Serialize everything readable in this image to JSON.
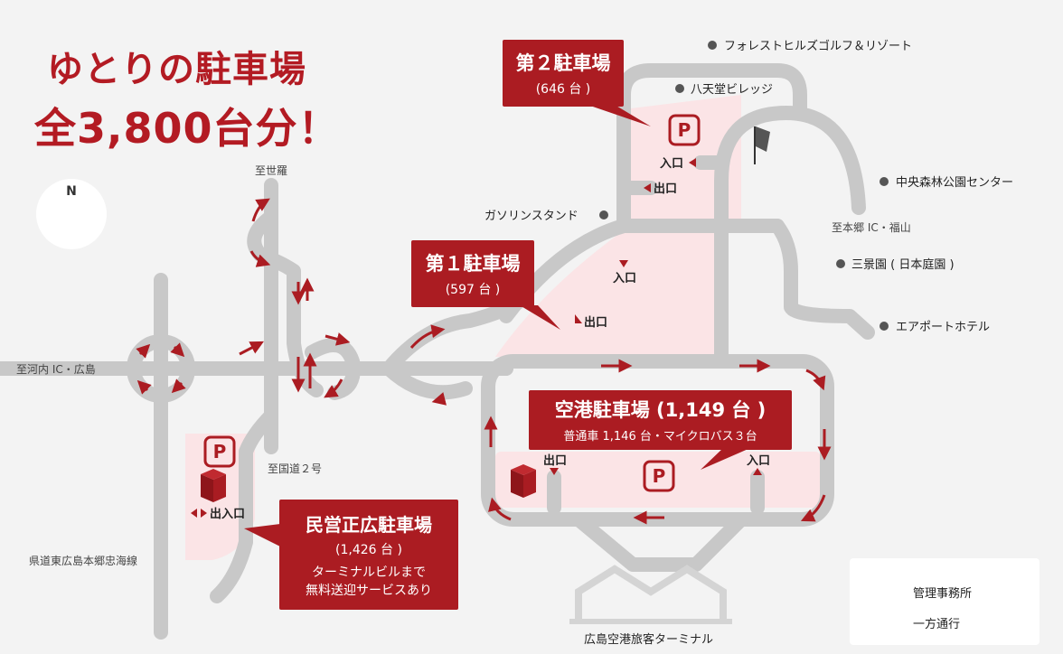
{
  "headline": {
    "line1": "ゆとりの駐車場",
    "line2": "全3,800台分！"
  },
  "compass": {
    "label": "N"
  },
  "parking": {
    "p2": {
      "name": "第２駐車場",
      "count": "(646 台 )"
    },
    "p1": {
      "name": "第１駐車場",
      "count": "(597 台 )"
    },
    "airport": {
      "name": "空港駐車場 (1,149 台 )",
      "detail": "普通車 1,146 台・マイクロバス３台"
    },
    "private": {
      "name": "民営正広駐車場",
      "count": "(1,426 台 )",
      "service_line1": "ターミナルビルまで",
      "service_line2": "無料送迎サービスあり"
    }
  },
  "markers": {
    "p_symbol": "P",
    "entrance": "入口",
    "exit": "出口",
    "exit_entrance": "出入口"
  },
  "places": {
    "forest_hills": "フォレストヒルズゴルフ＆リゾート",
    "hattendo": "八天堂ビレッジ",
    "central_park": "中央森林公園センター",
    "to_hongo": "至本郷 IC・福山",
    "sankeien": "三景園 ( 日本庭園 )",
    "airport_hotel": "エアポートホテル",
    "gas_station": "ガソリンスタンド",
    "to_sera": "至世羅",
    "to_kochi": "至河内 IC・広島",
    "to_route2": "至国道２号",
    "prefectural_road": "県道東広島本郷忠海線",
    "terminal": "広島空港旅客ターミナル"
  },
  "legend": {
    "office": "管理事務所",
    "one_way": "一方通行"
  },
  "colors": {
    "brand_red": "#ab1c22",
    "road_gray": "#c8c8c8",
    "lot_pink": "#fbe4e6",
    "background": "#f3f3f3"
  }
}
